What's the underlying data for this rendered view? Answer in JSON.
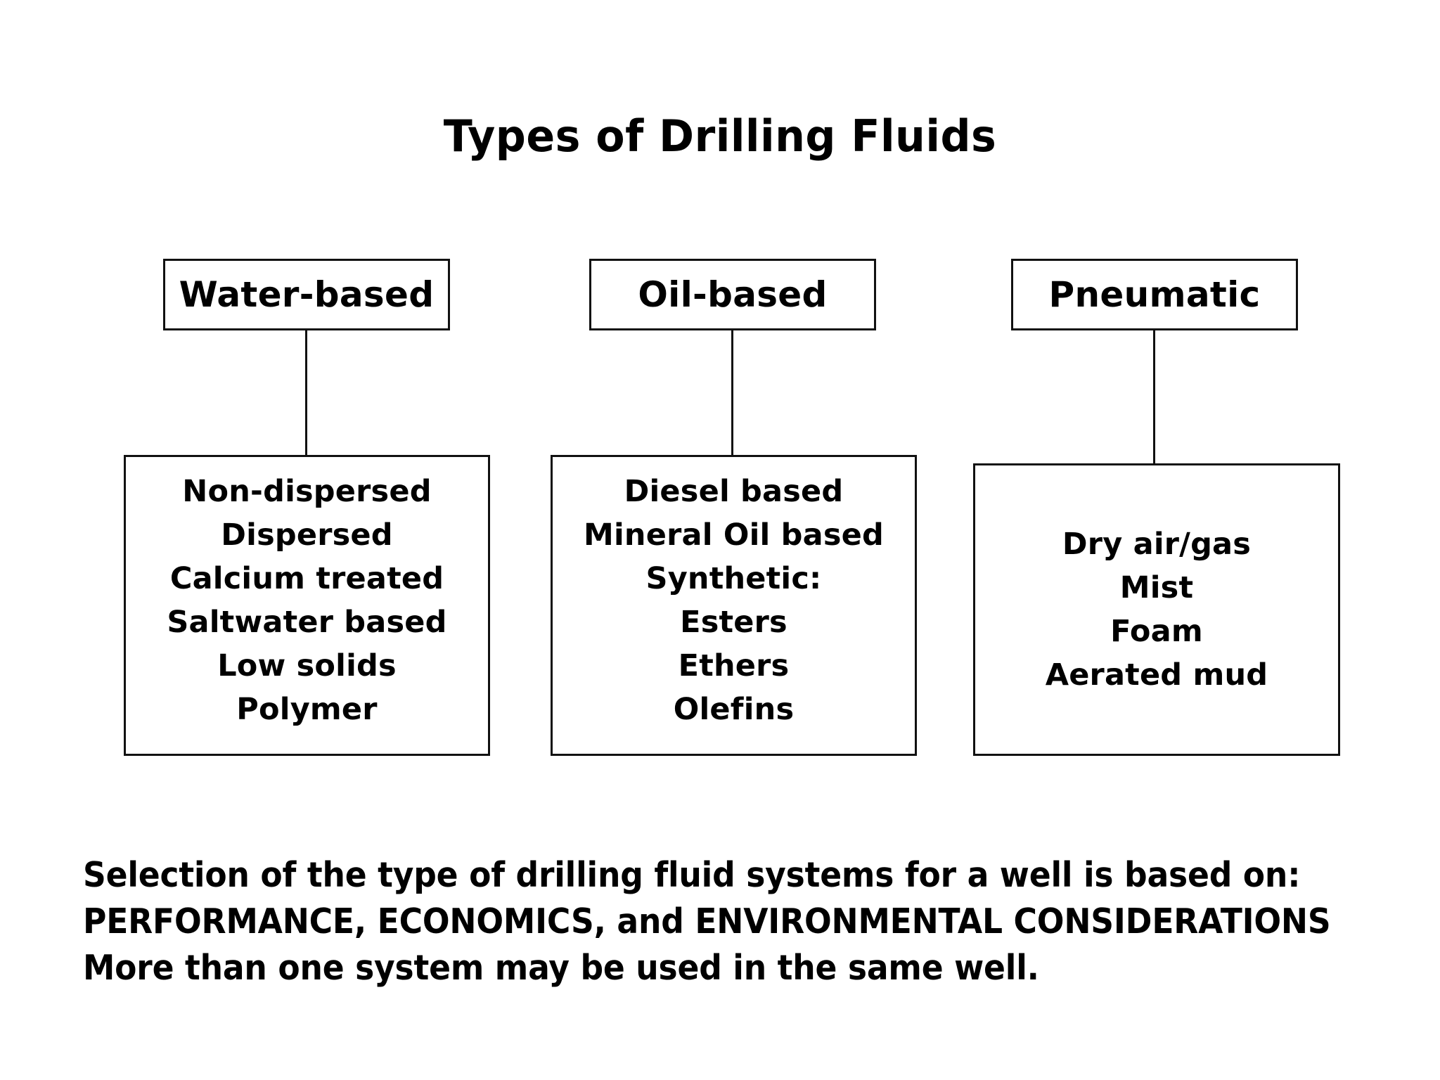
{
  "page": {
    "title": "Types of Drilling Fluids",
    "background_color": "#ffffff",
    "text_color": "#000000",
    "box_border_color": "#111111"
  },
  "diagram": {
    "categories": [
      {
        "name": "water-based",
        "label": "Water-based",
        "items": [
          "Non-dispersed",
          "Dispersed",
          "Calcium treated",
          "Saltwater based",
          "Low solids",
          "Polymer"
        ]
      },
      {
        "name": "oil-based",
        "label": "Oil-based",
        "items": [
          "Diesel based",
          "Mineral Oil based",
          "Synthetic:",
          "Esters",
          "Ethers",
          "Olefins"
        ]
      },
      {
        "name": "pneumatic",
        "label": "Pneumatic",
        "items": [
          "Dry air/gas",
          "Mist",
          "Foam",
          "Aerated mud"
        ]
      }
    ]
  },
  "footnote": {
    "lines": [
      "Selection of the type of drilling fluid systems for a well is based on:",
      "PERFORMANCE, ECONOMICS, and ENVIRONMENTAL CONSIDERATIONS",
      "More than one system may be used in the same well."
    ]
  }
}
